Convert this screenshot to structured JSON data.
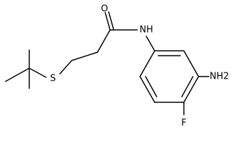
{
  "molecule": {
    "atoms": {
      "oxygen": "O",
      "amide_nitrogen": "NH",
      "sulfur": "S",
      "amino_group": "NH2",
      "fluorine": "F"
    }
  },
  "colors": {
    "bond": "#000000",
    "label": "#000000",
    "background": "#ffffff"
  }
}
